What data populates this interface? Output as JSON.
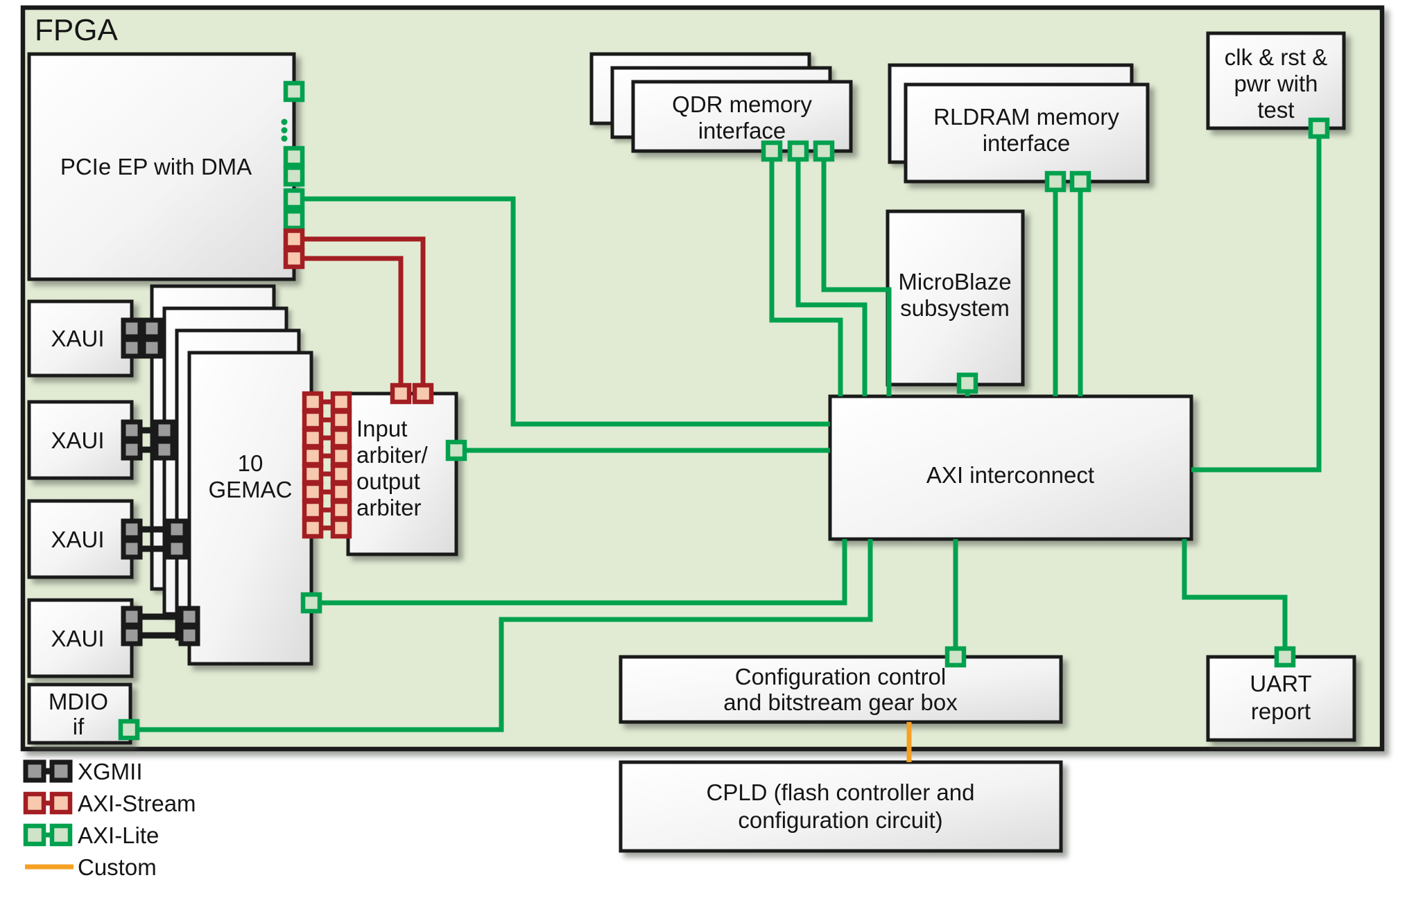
{
  "fpga_label": "FPGA",
  "blocks": {
    "pcie": {
      "label": "PCIe EP with DMA"
    },
    "xaui": {
      "label": "XAUI"
    },
    "mdio": {
      "lines": [
        "MDIO",
        "if"
      ]
    },
    "gemac": {
      "lines": [
        "10",
        "GEMAC"
      ]
    },
    "arbiter": {
      "lines": [
        "Input",
        "arbiter/",
        "output",
        "arbiter"
      ]
    },
    "qdr": {
      "lines": [
        "QDR memory",
        "interface"
      ]
    },
    "rldram": {
      "lines": [
        "RLDRAM memory",
        "interface"
      ]
    },
    "clk": {
      "lines": [
        "clk & rst &",
        "pwr with",
        "test"
      ]
    },
    "microblaze": {
      "lines": [
        "MicroBlaze",
        "subsystem"
      ]
    },
    "axi": {
      "label": "AXI interconnect"
    },
    "config": {
      "lines": [
        "Configuration control",
        "and bitstream gear box"
      ]
    },
    "uart": {
      "lines": [
        "UART",
        "report"
      ]
    },
    "cpld": {
      "lines": [
        "CPLD (flash controller and",
        "configuration circuit)"
      ]
    }
  },
  "legend": {
    "items": [
      {
        "label": "XGMII",
        "type": "xgmii"
      },
      {
        "label": "AXI-Stream",
        "type": "axi-stream"
      },
      {
        "label": "AXI-Lite",
        "type": "axi-lite"
      },
      {
        "label": "Custom",
        "type": "custom"
      }
    ]
  },
  "colors": {
    "axi_lite": "#00a14e",
    "axi_stream": "#a31e22",
    "xgmii": "#1a1a1a",
    "custom_orange": "#f6a024",
    "canvas_green": "#e1ebd3",
    "port_green_fill": "#cfe3c8",
    "port_red_fill": "#f7c9ae",
    "port_gray_fill": "#9b9b9b"
  }
}
